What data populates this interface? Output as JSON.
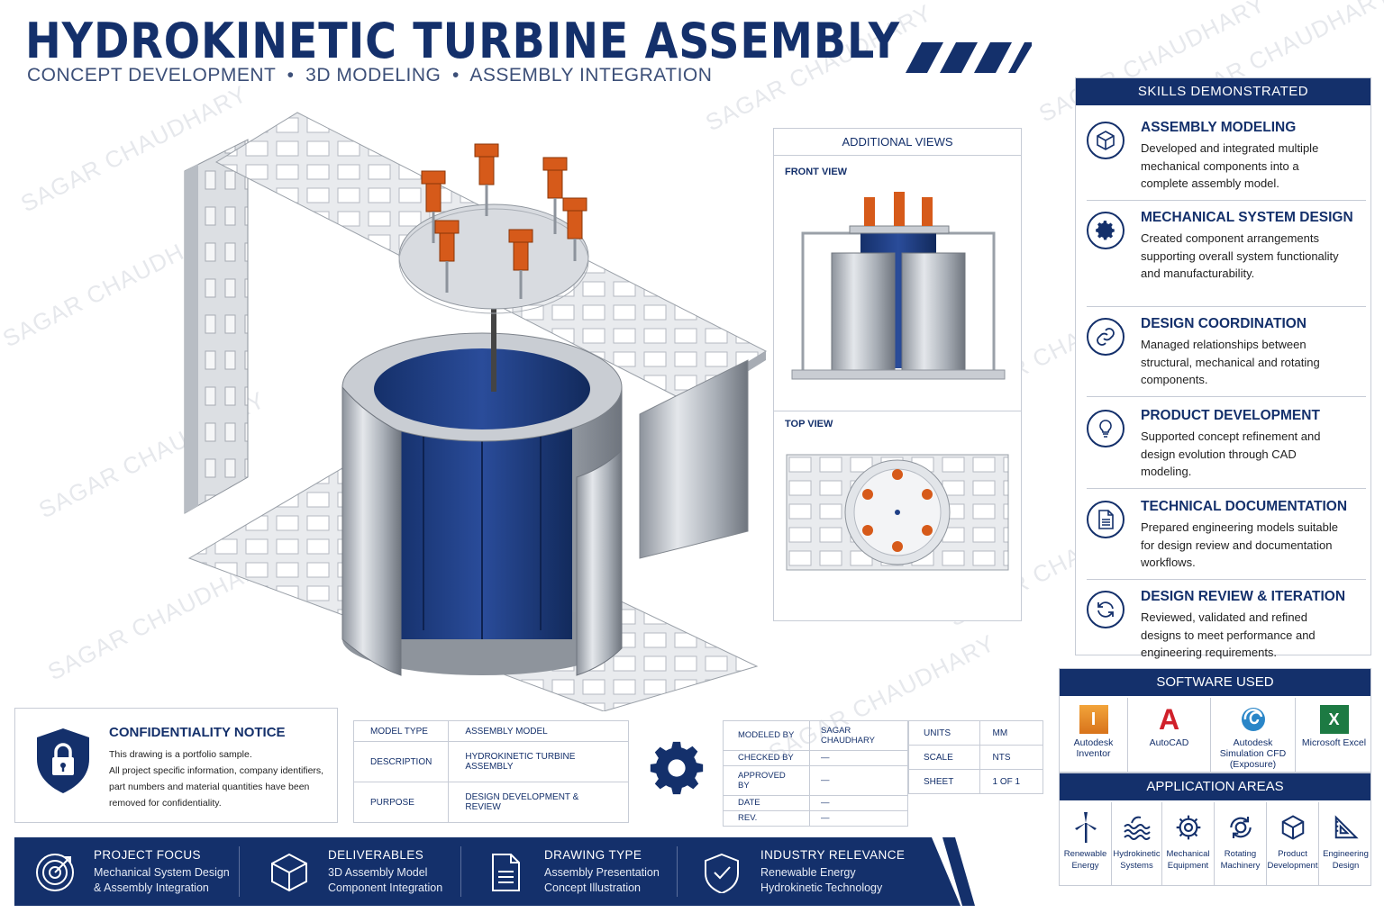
{
  "header": {
    "title": "HYDROKINETIC TURBINE ASSEMBLY",
    "subtitle": "CONCEPT DEVELOPMENT  •  3D MODELING  •  ASSEMBLY INTEGRATION"
  },
  "watermark": "SAGAR CHAUDHARY",
  "colors": {
    "navy": "#14306b",
    "orange": "#d65a1a",
    "blue": "#1f3f86",
    "steel": "#b9bec7"
  },
  "views": {
    "header": "ADDITIONAL VIEWS",
    "front_label": "FRONT VIEW",
    "top_label": "TOP VIEW"
  },
  "skills": {
    "header": "SKILLS DEMONSTRATED",
    "items": [
      {
        "icon": "cube-icon",
        "title": "ASSEMBLY MODELING",
        "desc": "Developed and integrated multiple mechanical components into a complete assembly model."
      },
      {
        "icon": "gear-icon",
        "title": "MECHANICAL SYSTEM DESIGN",
        "desc": "Created component arrangements supporting overall system functionality and manufacturability."
      },
      {
        "icon": "link-icon",
        "title": "DESIGN COORDINATION",
        "desc": "Managed relationships between structural, mechanical and rotating components."
      },
      {
        "icon": "lightbulb-icon",
        "title": "PRODUCT DEVELOPMENT",
        "desc": "Supported concept refinement and design evolution through CAD modeling."
      },
      {
        "icon": "document-icon",
        "title": "TECHNICAL DOCUMENTATION",
        "desc": "Prepared engineering models suitable for design review and documentation workflows."
      },
      {
        "icon": "refresh-icon",
        "title": "DESIGN REVIEW & ITERATION",
        "desc": "Reviewed, validated and refined designs to meet performance and engineering requirements."
      }
    ]
  },
  "software": {
    "header": "SOFTWARE USED",
    "items": [
      {
        "icon": "inventor-logo-icon",
        "name": "Autodesk Inventor",
        "logo_letter": "I"
      },
      {
        "icon": "autocad-logo-icon",
        "name": "AutoCAD",
        "logo_letter": "A"
      },
      {
        "icon": "cfd-logo-icon",
        "name": "Autodesk Simulation CFD (Exposure)",
        "logo_letter": ""
      },
      {
        "icon": "excel-logo-icon",
        "name": "Microsoft Excel",
        "logo_letter": "X"
      }
    ]
  },
  "applications": {
    "header": "APPLICATION AREAS",
    "items": [
      {
        "icon": "wind-turbine-icon",
        "name": "Renewable Energy"
      },
      {
        "icon": "waves-icon",
        "name": "Hydrokinetic Systems"
      },
      {
        "icon": "gear-icon",
        "name": "Mechanical Equipment"
      },
      {
        "icon": "rotation-icon",
        "name": "Rotating Machinery"
      },
      {
        "icon": "box-icon",
        "name": "Product Development"
      },
      {
        "icon": "triangle-ruler-icon",
        "name": "Engineering Design"
      }
    ]
  },
  "confidentiality": {
    "title": "CONFIDENTIALITY NOTICE",
    "line1": "This drawing is a portfolio sample.",
    "line2": "All project specific information, company identifiers, part numbers and material quantities have been removed for confidentiality."
  },
  "title_block": {
    "left": [
      {
        "label": "MODEL TYPE",
        "value": "ASSEMBLY MODEL"
      },
      {
        "label": "DESCRIPTION",
        "value": "HYDROKINETIC TURBINE ASSEMBLY"
      },
      {
        "label": "PURPOSE",
        "value": "DESIGN DEVELOPMENT & REVIEW"
      }
    ],
    "middle": [
      {
        "label": "MODELED BY",
        "value": "SAGAR CHAUDHARY"
      },
      {
        "label": "CHECKED BY",
        "value": "—"
      },
      {
        "label": "APPROVED BY",
        "value": "—"
      },
      {
        "label": "DATE",
        "value": "—"
      },
      {
        "label": "REV.",
        "value": "—"
      }
    ],
    "right": [
      {
        "label": "UNITS",
        "value": "MM"
      },
      {
        "label": "SCALE",
        "value": "NTS"
      },
      {
        "label": "SHEET",
        "value": "1 OF 1"
      }
    ]
  },
  "footer": [
    {
      "icon": "target-icon",
      "title": "PROJECT FOCUS",
      "line1": "Mechanical System Design",
      "line2": "& Assembly Integration"
    },
    {
      "icon": "cube-icon",
      "title": "DELIVERABLES",
      "line1": "3D Assembly Model",
      "line2": "Component Integration"
    },
    {
      "icon": "document-icon",
      "title": "DRAWING TYPE",
      "line1": "Assembly Presentation",
      "line2": "Concept Illustration"
    },
    {
      "icon": "shield-check-icon",
      "title": "INDUSTRY RELEVANCE",
      "line1": "Renewable Energy",
      "line2": "Hydrokinetic Technology"
    }
  ]
}
